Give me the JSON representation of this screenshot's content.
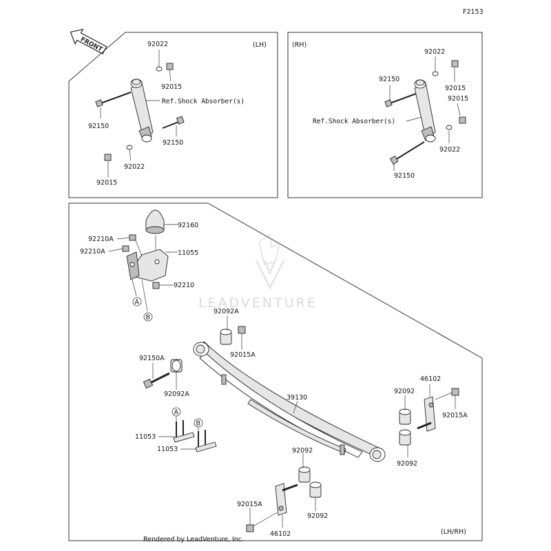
{
  "figure_code": "F2153",
  "front_label": "FRONT",
  "watermark": "LEADVENTURE",
  "footer": "Rendered by LeadVenture, Inc.",
  "panels": {
    "lh": "(LH)",
    "rh": "(RH)",
    "lhrh": "(LH/RH)"
  },
  "refs": {
    "shock_lh": "Ref.Shock Absorber(s)",
    "shock_rh": "Ref.Shock Absorber(s)"
  },
  "callouts": {
    "lh_92022_top": "92022",
    "lh_92015_top": "92015",
    "lh_92150_left": "92150",
    "lh_92150_right": "92150",
    "lh_92022_bottom": "92022",
    "lh_92015_bottom": "92015",
    "rh_92022_top": "92022",
    "rh_92150_top": "92150",
    "rh_92015_a": "92015",
    "rh_92015_b": "92015",
    "rh_92022_bottom": "92022",
    "rh_92150_bottom": "92150",
    "p_92160": "92160",
    "p_92210a_1": "92210A",
    "p_92210a_2": "92210A",
    "p_11055": "11055",
    "p_92210": "92210",
    "p_92092a_top": "92092A",
    "p_92015a_top": "92015A",
    "p_92150a": "92150A",
    "p_92092a_left": "92092A",
    "p_39130": "39130",
    "p_46102_top": "46102",
    "p_92092_r1": "92092",
    "p_92015a_right": "92015A",
    "p_92092_r2": "92092",
    "p_11053_1": "11053",
    "p_11053_2": "11053",
    "p_92092_b1": "92092",
    "p_92092_b2": "92092",
    "p_92015a_bottom": "92015A",
    "p_46102_bottom": "46102"
  },
  "markers": {
    "a1": "A",
    "b1": "B",
    "a2": "A",
    "b2": "B"
  }
}
